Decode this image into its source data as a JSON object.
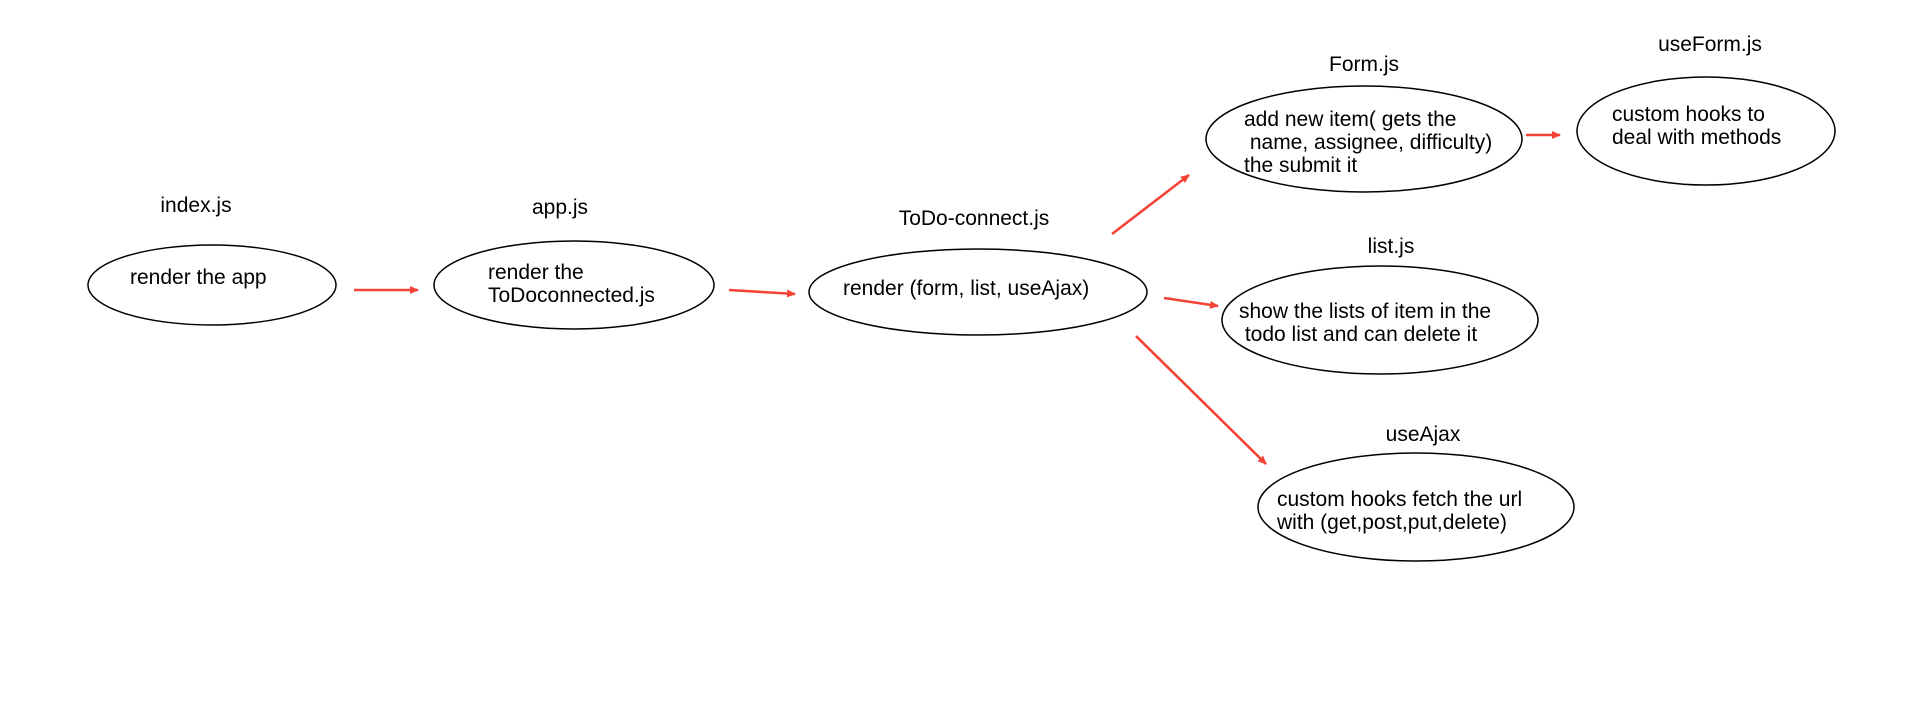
{
  "colors": {
    "arrow": "#f44336",
    "outline": "#000000",
    "background": "#ffffff"
  },
  "nodes": [
    {
      "id": "index",
      "title": "index.js",
      "lines": [
        "render the app"
      ]
    },
    {
      "id": "app",
      "title": "app.js",
      "lines": [
        "render the",
        "ToDoconnected.js"
      ]
    },
    {
      "id": "todo-connect",
      "title": "ToDo-connect.js",
      "lines": [
        "render (form, list, useAjax)"
      ]
    },
    {
      "id": "form",
      "title": "Form.js",
      "lines": [
        "add new item( gets the",
        " name, assignee, difficulty)",
        "the submit it"
      ]
    },
    {
      "id": "use-form",
      "title": "useForm.js",
      "lines": [
        "custom hooks to",
        "deal with methods"
      ]
    },
    {
      "id": "list",
      "title": "list.js",
      "lines": [
        "show the lists of item in the",
        " todo list and can delete it"
      ]
    },
    {
      "id": "use-ajax",
      "title": "useAjax",
      "lines": [
        "custom hooks fetch the url",
        "with (get,post,put,delete)"
      ]
    }
  ],
  "edges": [
    {
      "from": "index",
      "to": "app"
    },
    {
      "from": "app",
      "to": "todo-connect"
    },
    {
      "from": "todo-connect",
      "to": "form"
    },
    {
      "from": "todo-connect",
      "to": "list"
    },
    {
      "from": "todo-connect",
      "to": "use-ajax"
    },
    {
      "from": "form",
      "to": "use-form"
    }
  ]
}
